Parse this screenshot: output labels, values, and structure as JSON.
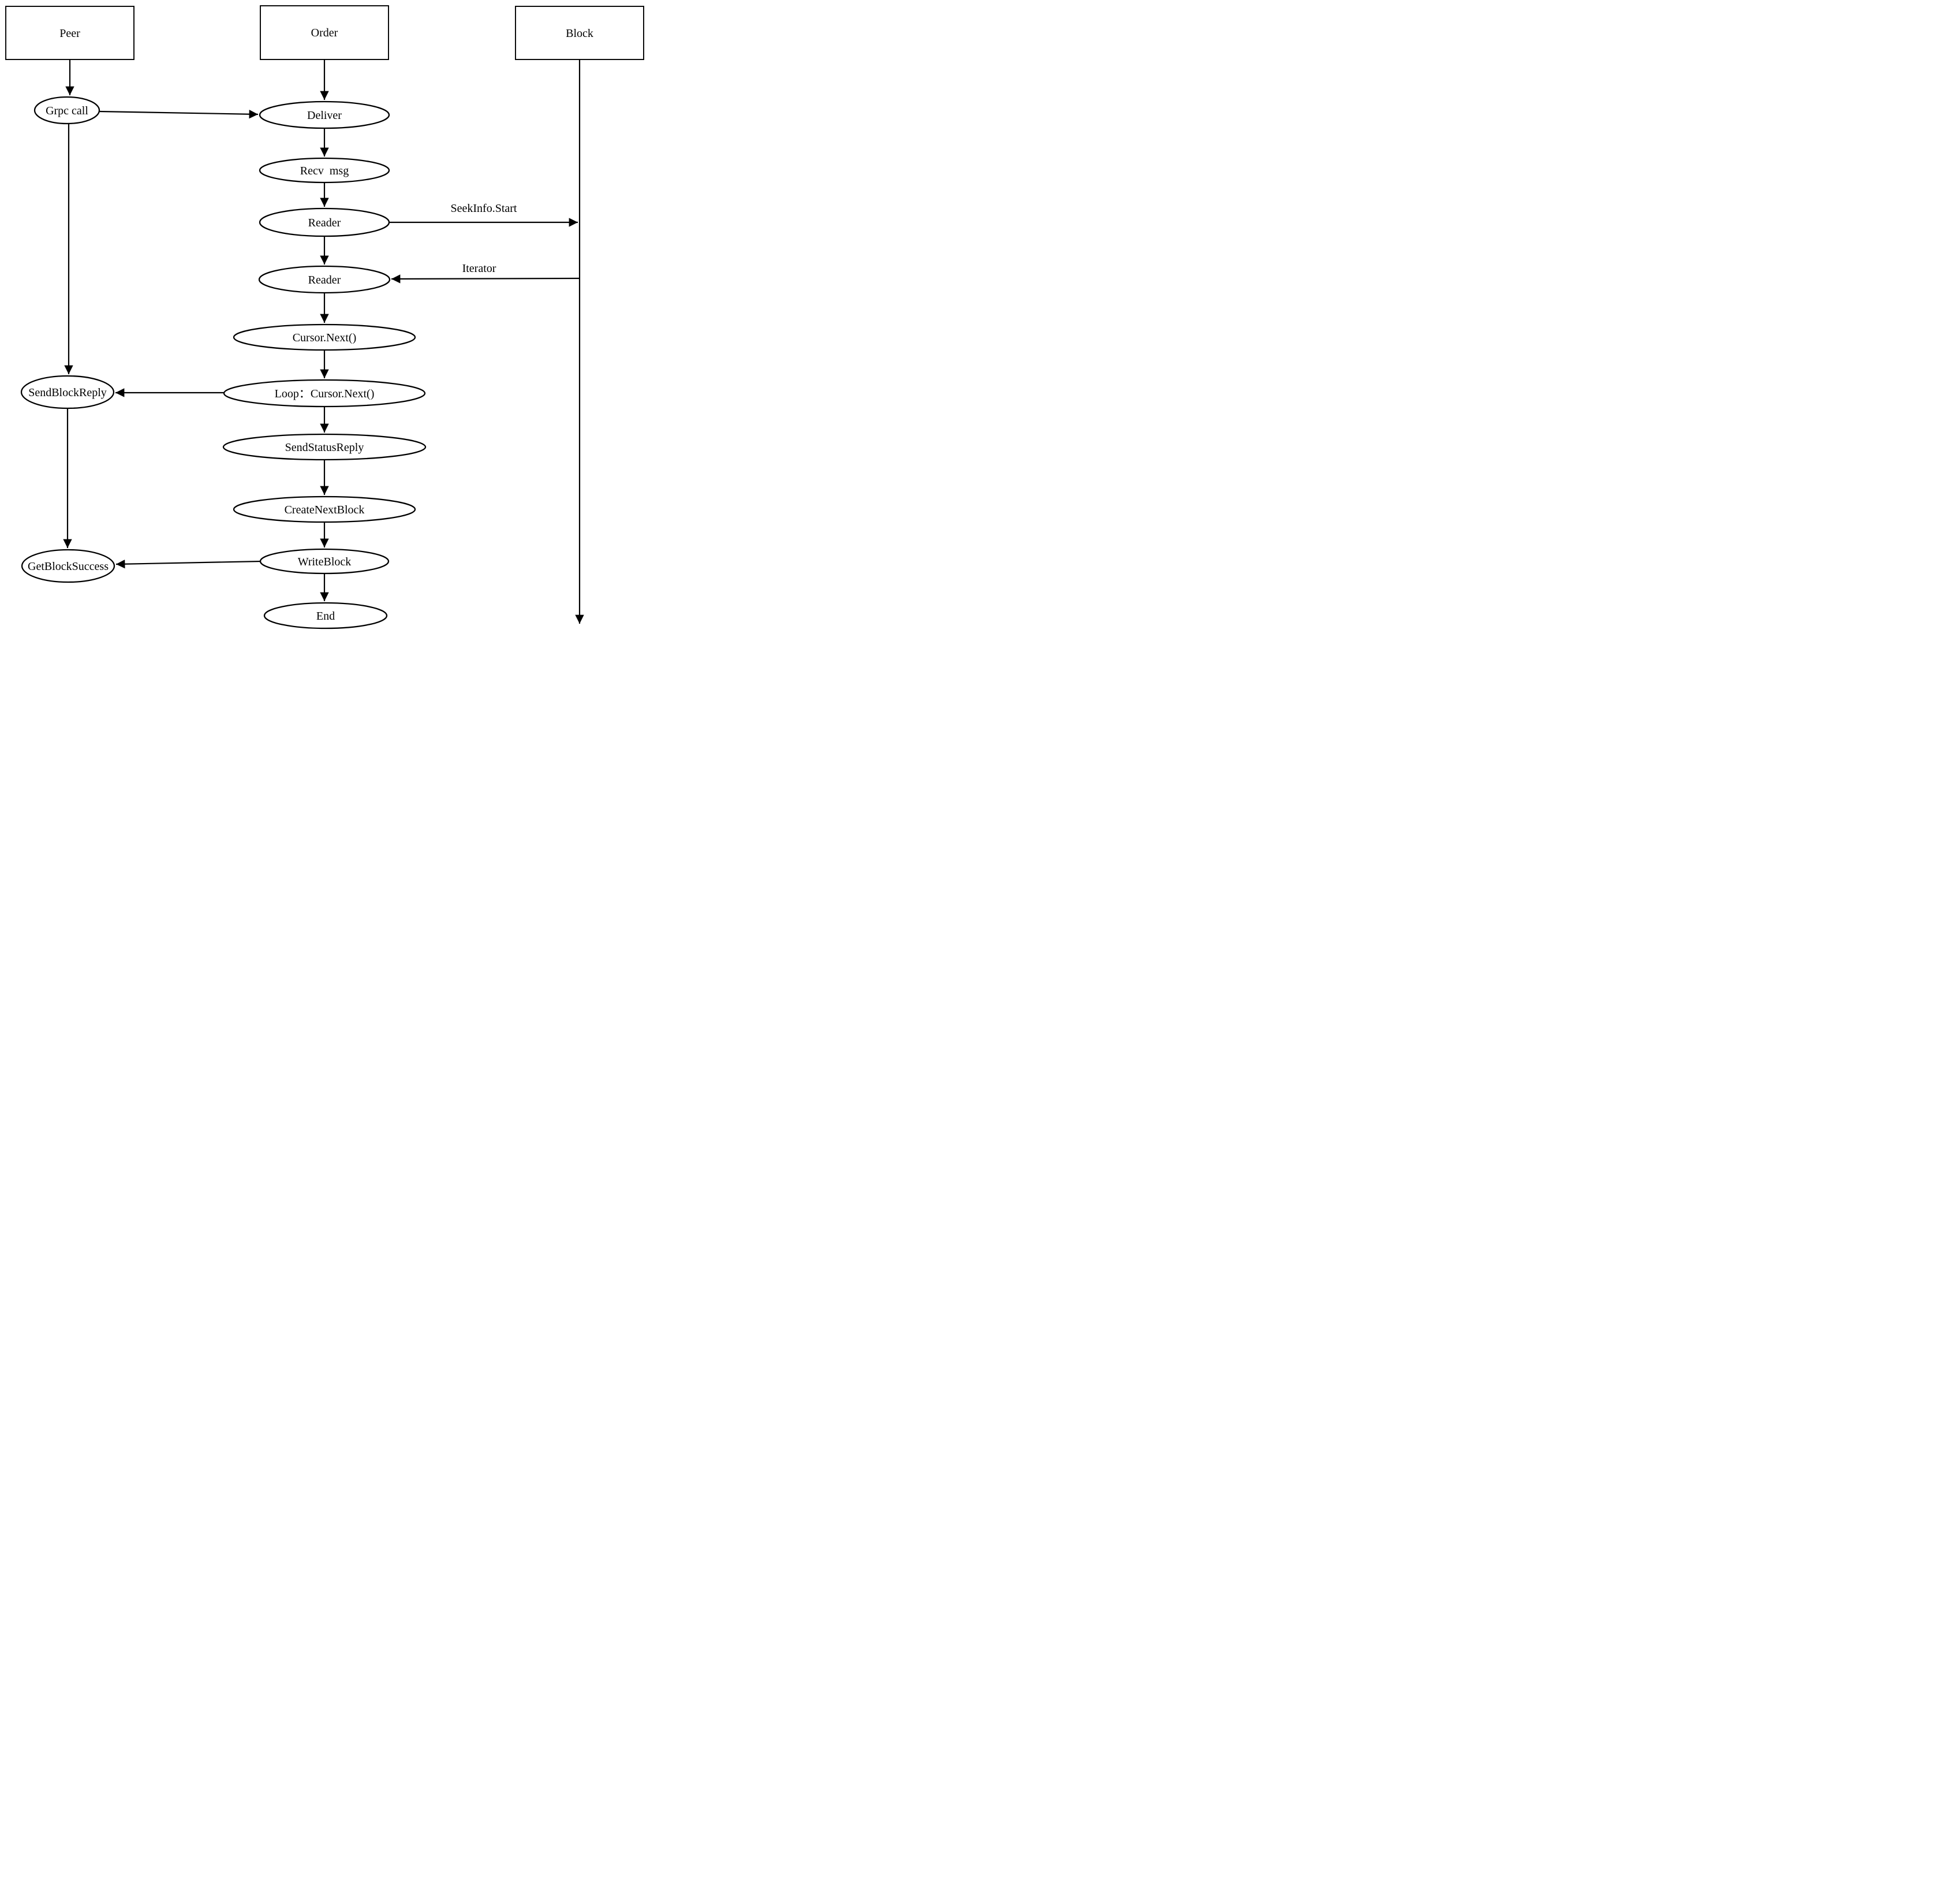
{
  "diagram": {
    "type": "flowchart",
    "colors": {
      "ink": "#000000",
      "paper": "#ffffff"
    },
    "nodes": {
      "peer": {
        "label": "Peer",
        "shape": "box"
      },
      "order": {
        "label": "Order",
        "shape": "box"
      },
      "block": {
        "label": "Block",
        "shape": "box"
      },
      "grpc_call": {
        "label": "Grpc call",
        "shape": "ellipse"
      },
      "deliver": {
        "label": "Deliver",
        "shape": "ellipse"
      },
      "recv_msg": {
        "label": "Recv  msg",
        "shape": "ellipse"
      },
      "reader_1": {
        "label": "Reader",
        "shape": "ellipse"
      },
      "reader_2": {
        "label": "Reader",
        "shape": "ellipse"
      },
      "cursor_next": {
        "label": "Cursor.Next()",
        "shape": "ellipse"
      },
      "loop_cursor_next": {
        "label": "Loop：Cursor.Next()",
        "shape": "ellipse"
      },
      "send_status_reply": {
        "label": "SendStatusReply",
        "shape": "ellipse"
      },
      "create_next_block": {
        "label": "CreateNextBlock",
        "shape": "ellipse"
      },
      "write_block": {
        "label": "WriteBlock",
        "shape": "ellipse"
      },
      "end": {
        "label": "End",
        "shape": "ellipse"
      },
      "send_block_reply": {
        "label": "SendBlockReply",
        "shape": "ellipse"
      },
      "get_block_success": {
        "label": "GetBlockSuccess",
        "shape": "ellipse"
      }
    },
    "edge_labels": {
      "seek_info_start": "SeekInfo.Start",
      "iterator": "Iterator"
    },
    "edges": [
      {
        "from": "peer",
        "to": "grpc_call"
      },
      {
        "from": "order",
        "to": "deliver"
      },
      {
        "from": "grpc_call",
        "to": "deliver"
      },
      {
        "from": "deliver",
        "to": "recv_msg"
      },
      {
        "from": "recv_msg",
        "to": "reader_1"
      },
      {
        "from": "reader_1",
        "to": "reader_2"
      },
      {
        "from": "reader_1",
        "to": "block",
        "label": "SeekInfo.Start"
      },
      {
        "from": "block",
        "to": "reader_2",
        "label": "Iterator"
      },
      {
        "from": "reader_2",
        "to": "cursor_next"
      },
      {
        "from": "cursor_next",
        "to": "loop_cursor_next"
      },
      {
        "from": "loop_cursor_next",
        "to": "send_block_reply"
      },
      {
        "from": "loop_cursor_next",
        "to": "send_status_reply"
      },
      {
        "from": "send_status_reply",
        "to": "create_next_block"
      },
      {
        "from": "create_next_block",
        "to": "write_block"
      },
      {
        "from": "write_block",
        "to": "get_block_success"
      },
      {
        "from": "write_block",
        "to": "end"
      },
      {
        "from": "grpc_call",
        "to": "send_block_reply"
      },
      {
        "from": "send_block_reply",
        "to": "get_block_success"
      },
      {
        "from": "block",
        "to": "lifeline-bottom",
        "type": "lifeline"
      }
    ]
  }
}
